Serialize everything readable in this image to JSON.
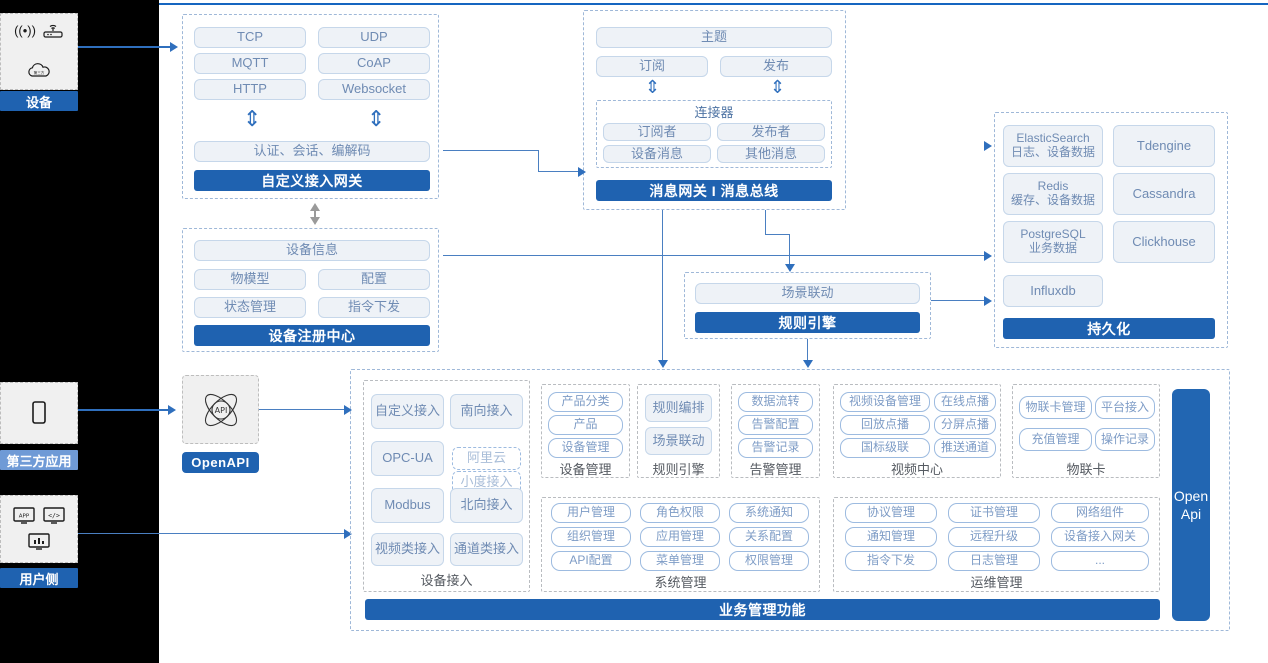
{
  "meta": {
    "title": "IoT Platform Architecture Diagram"
  },
  "colors": {
    "accent": "#1f62b0",
    "accent_light": "#6f9ad6",
    "chip_fill": "#eef2f7",
    "chip_border": "#c6d7ea",
    "chip_text": "#6f8bb3",
    "dash_border": "#9fb8d8",
    "line": "#2f6fbd",
    "rail_bg": "#000000"
  },
  "left_rail": {
    "cards": [
      {
        "id": "device",
        "label": "设备",
        "tag_style": "solid",
        "icons": [
          "wifi-signal-icon",
          "router-icon",
          "cloud-icon"
        ]
      },
      {
        "id": "third-party-app",
        "label": "第三方应用",
        "tag_style": "light",
        "icons": [
          "mobile-phone-icon"
        ]
      },
      {
        "id": "user-side",
        "label": "用户侧",
        "tag_style": "solid",
        "icons": [
          "app-window-icon",
          "code-window-icon",
          "chart-window-icon"
        ]
      }
    ]
  },
  "openapi_node": {
    "icon": "api-atom-icon",
    "label": "OpenAPI"
  },
  "openapi_vertical_bar": {
    "line1": "Open",
    "line2": "Api"
  },
  "access_gateway": {
    "protocols": [
      "TCP",
      "UDP",
      "MQTT",
      "CoAP",
      "HTTP",
      "Websocket"
    ],
    "middle": "认证、会话、编解码",
    "footer": "自定义接入网关",
    "arrow_up_down": "⇕"
  },
  "message_bus": {
    "topic": "主题",
    "subscribe": "订阅",
    "publish": "发布",
    "connector_title": "连接器",
    "connector_items": [
      "订阅者",
      "发布者",
      "设备消息",
      "其他消息"
    ],
    "footer": "消息网关 I 消息总线",
    "arrow_up_down": "⇕"
  },
  "device_registry": {
    "info": "设备信息",
    "items": [
      "物模型",
      "配置",
      "状态管理",
      "指令下发"
    ],
    "footer": "设备注册中心"
  },
  "rule_engine_block": {
    "item": "场景联动",
    "footer": "规则引擎"
  },
  "persistence": {
    "stores": [
      {
        "name": "ElasticSearch",
        "desc": "日志、设备数据"
      },
      {
        "name": "Tdengine",
        "desc": ""
      },
      {
        "name": "Redis",
        "desc": "缓存、设备数据"
      },
      {
        "name": "Cassandra",
        "desc": ""
      },
      {
        "name": "PostgreSQL",
        "desc": "业务数据"
      },
      {
        "name": "Clickhouse",
        "desc": ""
      },
      {
        "name": "Influxdb",
        "desc": ""
      }
    ],
    "footer": "持久化"
  },
  "business": {
    "footer": "业务管理功能",
    "device_access": {
      "title": "设备接入",
      "items": [
        {
          "label": "自定义接入",
          "style": "solid"
        },
        {
          "label": "南向接入",
          "style": "solid"
        },
        {
          "label": "OPC-UA",
          "style": "solid"
        },
        {
          "label": "阿里云",
          "style": "dotted"
        },
        {
          "label": "小度接入",
          "style": "dotted"
        },
        {
          "label": "Modbus",
          "style": "solid"
        },
        {
          "label": "北向接入",
          "style": "solid"
        },
        {
          "label": "视频类接入",
          "style": "solid"
        },
        {
          "label": "通道类接入",
          "style": "solid"
        }
      ]
    },
    "device_manage": {
      "title": "设备管理",
      "items": [
        "产品分类",
        "产品",
        "设备管理"
      ]
    },
    "rule_engine": {
      "title": "规则引擎",
      "items": [
        "规则编排",
        "场景联动"
      ]
    },
    "alarm_manage": {
      "title": "告警管理",
      "items": [
        "数据流转",
        "告警配置",
        "告警记录"
      ]
    },
    "video_center": {
      "title": "视频中心",
      "items": [
        "视频设备管理",
        "在线点播",
        "回放点播",
        "分屏点播",
        "国标级联",
        "推送通道"
      ]
    },
    "iot_card": {
      "title": "物联卡",
      "items": [
        "物联卡管理",
        "平台接入",
        "充值管理",
        "操作记录"
      ]
    },
    "system_manage": {
      "title": "系统管理",
      "items": [
        "用户管理",
        "角色权限",
        "系统通知",
        "组织管理",
        "应用管理",
        "关系配置",
        "API配置",
        "菜单管理",
        "权限管理"
      ]
    },
    "ops_manage": {
      "title": "运维管理",
      "items": [
        "协议管理",
        "证书管理",
        "网络组件",
        "通知管理",
        "远程升级",
        "设备接入网关",
        "指令下发",
        "日志管理",
        "..."
      ]
    }
  }
}
